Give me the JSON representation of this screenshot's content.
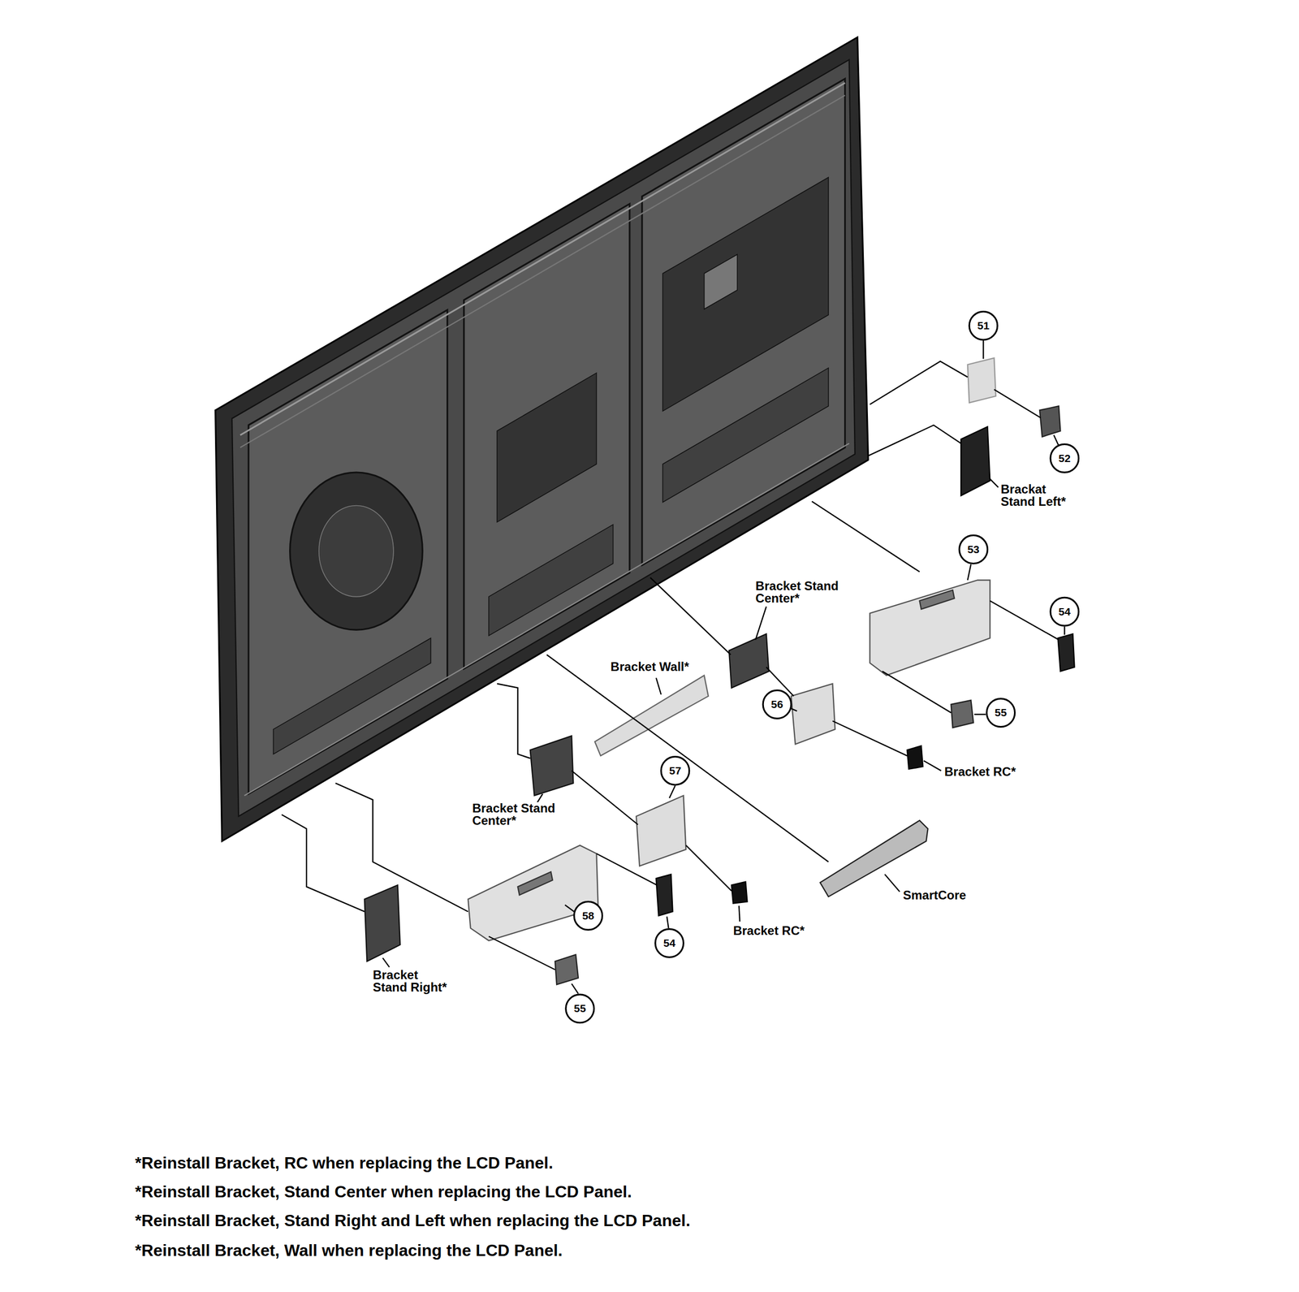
{
  "diagram": {
    "labels": [
      "51",
      "52",
      "Brackat Stand Left*",
      "53",
      "54",
      "Bracket Stand Center*",
      "56",
      "55",
      "Bracket RC*",
      "Bracket Wall*",
      "57",
      "Bracket Stand Center*",
      "58",
      "54",
      "Bracket RC*",
      "SmartCore",
      "Bracket Stand Right*",
      "55",
      "*Reinstall Bracket, RC when replacing the LCD Panel.",
      "*Reinstall Bracket, Stand Center when replacing the LCD Panel.",
      "*Reinstall Bracket, Stand Right and Left when replacing the LCD Panel.",
      "*Reinstall Bracket, Wall when replacing the LCD Panel."
    ]
  }
}
